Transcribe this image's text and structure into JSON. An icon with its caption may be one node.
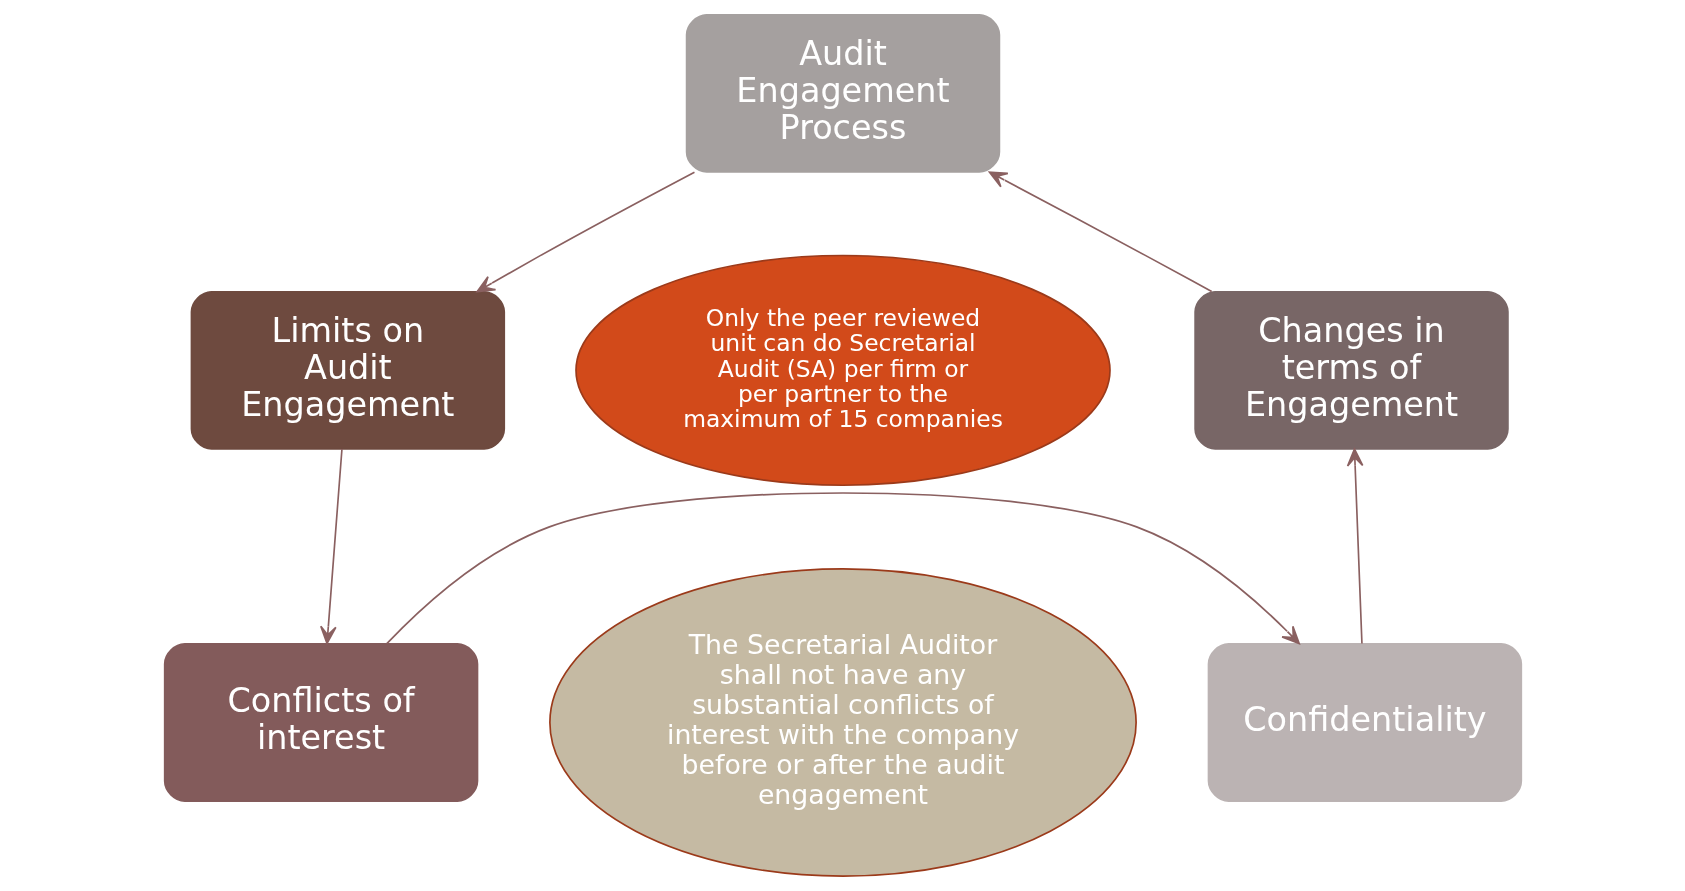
{
  "diagram": {
    "nodes": [
      {
        "text": [
          "Audit Engagement Process"
        ]
      },
      {
        "text": [
          "Limits on Audit Engagement"
        ]
      },
      {
        "text": [
          "Conflicts of interest"
        ]
      },
      {
        "text": [
          "Confidentiality"
        ]
      },
      {
        "text": [
          "Changes in terms of Engagement"
        ]
      },
      {
        "text": [
          "Only the peer reviewed unit can do Secretarial Audit (SA) per firm or per partner to the maximum of 15 companies"
        ]
      },
      {
        "text": [
          "The Secretarial Auditor shall not have any substantial conflicts of interest with the company before or after the audit engagement"
        ]
      }
    ],
    "edges": [
      {
        "from": 0,
        "to": 1,
        "arrow": "to"
      },
      {
        "from": 1,
        "to": 2,
        "arrow": "to"
      },
      {
        "from": 2,
        "to": 3,
        "arrow": "to"
      },
      {
        "from": 3,
        "to": 4,
        "arrow": "to"
      },
      {
        "from": 4,
        "to": 0,
        "arrow": "to"
      }
    ]
  }
}
